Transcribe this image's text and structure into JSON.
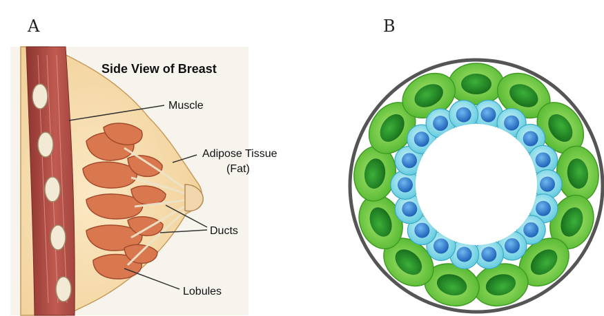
{
  "panel_a": {
    "letter": "A",
    "title": "Side View of Breast",
    "labels": {
      "muscle": "Muscle",
      "adipose_line1": "Adipose Tissue",
      "adipose_line2": "(Fat)",
      "ducts": "Ducts",
      "lobules": "Lobules"
    },
    "colors": {
      "muscle": "#b3524c",
      "fat": "#f6d8a6",
      "lobule": "#d9774f",
      "duct": "#e8e0c8",
      "rib": "#f1e6cf"
    }
  },
  "panel_b": {
    "letter": "B",
    "colors": {
      "outer_cells": "#5cc23a",
      "outer_nuclei": "#1f8a24",
      "inner_cells": "#6fd4e6",
      "inner_nuclei": "#2f7fd0",
      "basement_ring": "#555555",
      "lumen": "#ffffff"
    }
  }
}
